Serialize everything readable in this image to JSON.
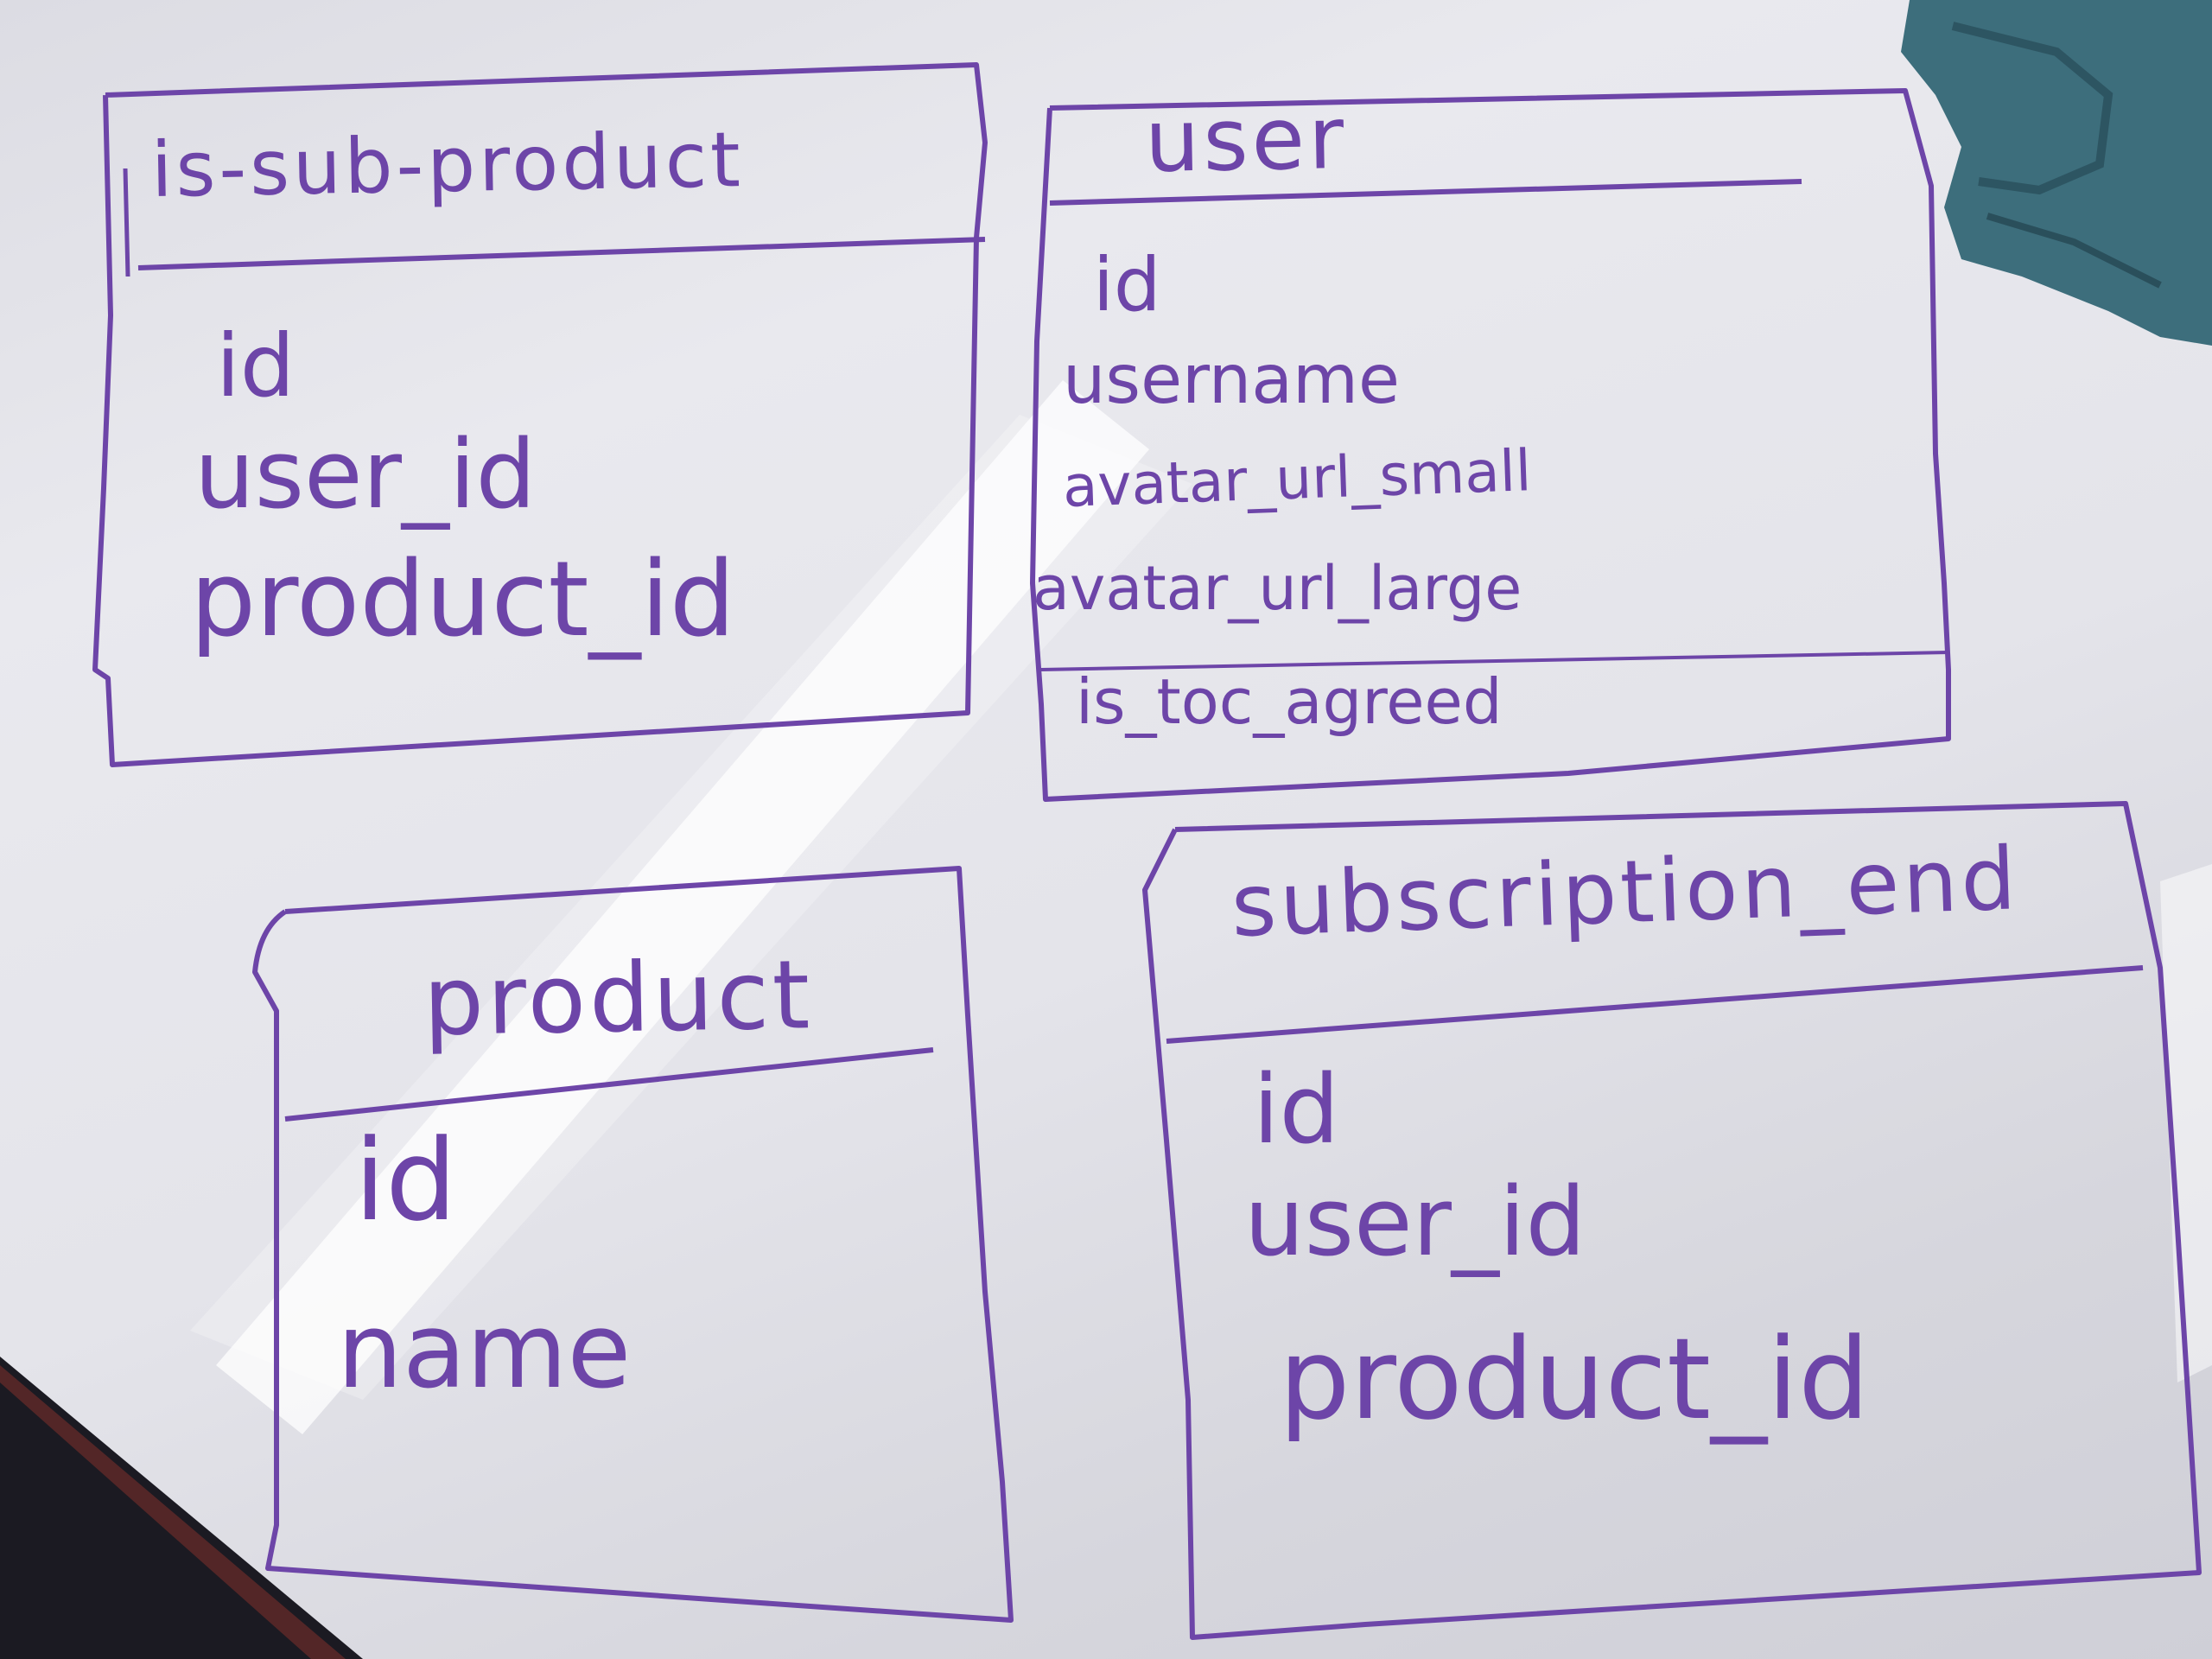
{
  "tables": [
    {
      "title": "is-sub-product",
      "fields": [
        "id",
        "user_id",
        "product_id"
      ]
    },
    {
      "title": "user",
      "fields": [
        "id",
        "username",
        "avatar_url_small",
        "avatar_url_large",
        "is_toc_agreed"
      ]
    },
    {
      "title": "product",
      "fields": [
        "id",
        "name"
      ]
    },
    {
      "title": "subscription_end",
      "fields": [
        "id",
        "user_id",
        "product_id"
      ]
    }
  ],
  "colors": {
    "marker": "#6d45a8",
    "board": "#e6e6ec",
    "cloth": "#3d6e7c"
  }
}
